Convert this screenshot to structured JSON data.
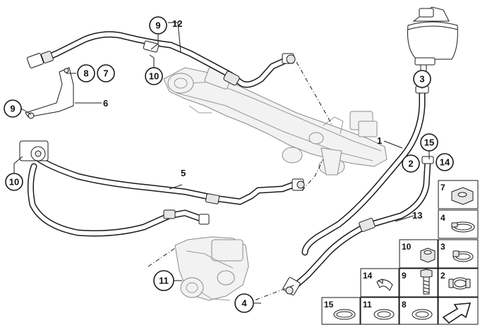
{
  "callouts": {
    "c9_top": "9",
    "c10_top": "10",
    "c8": "8",
    "c7": "7",
    "c9_left": "9",
    "c10_left": "10",
    "c3": "3",
    "c2": "2",
    "c15": "15",
    "c14": "14",
    "c11": "11",
    "c4": "4"
  },
  "labels": {
    "l12": "12",
    "l6": "6",
    "l5": "5",
    "l1": "1",
    "l13": "13"
  },
  "legend": {
    "cells": [
      {
        "num": "7"
      },
      {
        "num": "4"
      },
      {
        "num": "10"
      },
      {
        "num": "3"
      },
      {
        "num": "14"
      },
      {
        "num": "9"
      },
      {
        "num": "2"
      },
      {
        "num": "15"
      },
      {
        "num": "11"
      },
      {
        "num": "8"
      }
    ]
  },
  "icons": [
    "reservoir-icon",
    "steering-rack-icon",
    "pump-icon",
    "hose-clamp-icon",
    "nut-icon",
    "bolt-icon",
    "seal-ring-icon",
    "direction-arrow-icon"
  ]
}
